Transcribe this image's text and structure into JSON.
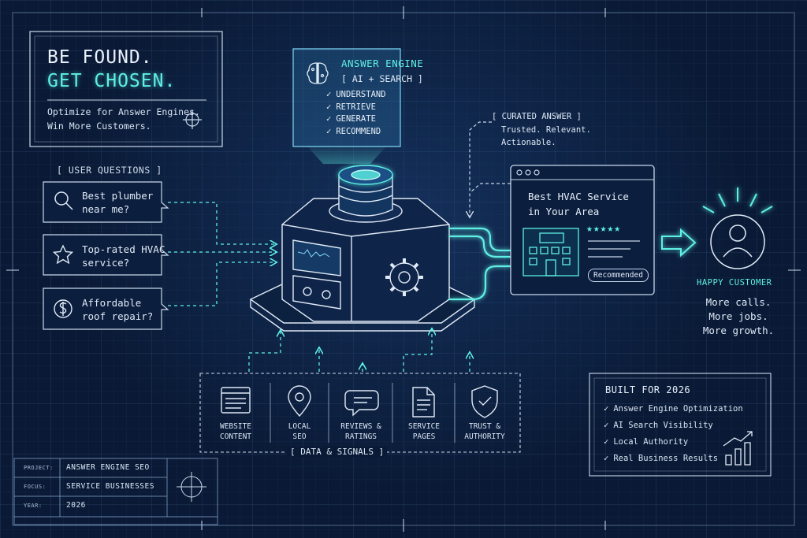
{
  "hero": {
    "line1": "BE FOUND.",
    "line2": "GET CHOSEN.",
    "tagline1": "Optimize for Answer Engines.",
    "tagline2": "Win More Customers."
  },
  "engine": {
    "title": "ANSWER ENGINE",
    "subtitle": "[ AI + SEARCH ]",
    "steps": [
      "UNDERSTAND",
      "RETRIEVE",
      "GENERATE",
      "RECOMMEND"
    ]
  },
  "user_questions": {
    "header": "[ USER QUESTIONS ]",
    "items": [
      {
        "line1": "Best plumber",
        "line2": "near me?",
        "icon": "search-icon"
      },
      {
        "line1": "Top-rated HVAC",
        "line2": "service?",
        "icon": "star-icon"
      },
      {
        "line1": "Affordable",
        "line2": "roof repair?",
        "icon": "dollar-icon"
      }
    ]
  },
  "curated": {
    "header": "[ CURATED ANSWER ]",
    "line1": "Trusted. Relevant.",
    "line2": "Actionable."
  },
  "result_card": {
    "title_line1": "Best HVAC Service",
    "title_line2": "in Your Area",
    "stars": "★★★★★",
    "badge": "Recommended"
  },
  "customer": {
    "label": "HAPPY CUSTOMER",
    "results": [
      "More calls.",
      "More jobs.",
      "More growth."
    ]
  },
  "data_signals": {
    "footer": "[ DATA & SIGNALS ]",
    "items": [
      {
        "line1": "WEBSITE",
        "line2": "CONTENT",
        "icon": "browser-icon"
      },
      {
        "line1": "LOCAL",
        "line2": "SEO",
        "icon": "map-pin-icon"
      },
      {
        "line1": "REVIEWS &",
        "line2": "RATINGS",
        "icon": "chat-bubble-icon"
      },
      {
        "line1": "SERVICE",
        "line2": "PAGES",
        "icon": "document-icon"
      },
      {
        "line1": "TRUST &",
        "line2": "AUTHORITY",
        "icon": "shield-check-icon"
      }
    ]
  },
  "built_for": {
    "title": "BUILT FOR 2026",
    "items": [
      "Answer Engine Optimization",
      "AI Search Visibility",
      "Local Authority",
      "Real Business Results"
    ]
  },
  "title_block": {
    "rows": [
      {
        "key": "PROJECT:",
        "value": "ANSWER ENGINE SEO"
      },
      {
        "key": "FOCUS:",
        "value": "SERVICE BUSINESSES"
      },
      {
        "key": "YEAR:",
        "value": "2026"
      }
    ]
  },
  "colors": {
    "background": "#0a1a36",
    "accent": "#5ef0e4",
    "line": "#c8d8ea"
  }
}
